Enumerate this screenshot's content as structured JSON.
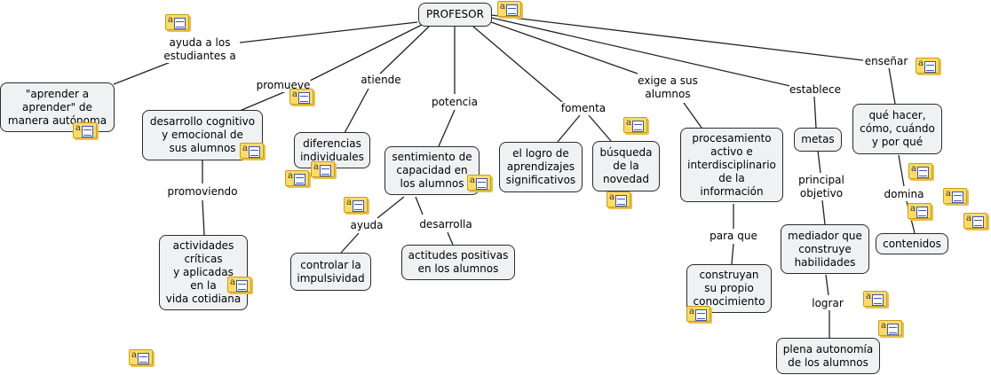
{
  "nodes": {
    "profesor": "PROFESOR",
    "aprender": "\"aprender a\naprender\" de\nmanera autónoma",
    "desarrollo": "desarrollo cognitivo\ny emocional de\nsus alumnos",
    "actividades": "actividades\ncríticas\ny aplicadas\nen la\nvida cotidiana",
    "diferencias": "diferencias\nindividuales",
    "sentimiento": "sentimiento de\ncapacidad en\nlos alumnos",
    "controlar": "controlar la\nimpulsividad",
    "actitudes": "actitudes positivas\nen los alumnos",
    "logro": "el logro de\naprendizajes\nsignificativos",
    "busqueda": "búsqueda\nde la\nnovedad",
    "procesamiento": "procesamiento\nactivo e\ninterdisciplinario\nde la\ninformación",
    "construyan": "construyan\nsu propio\nconocimiento",
    "metas": "metas",
    "mediador": "mediador que\nconstruye\nhabilidades",
    "plena": "plena autonomía\nde los alumnos",
    "que_hacer": "qué hacer,\ncómo, cuándo\ny por qué",
    "contenidos": "contenidos"
  },
  "links": {
    "ayuda_estudiantes": "ayuda a los\nestudiantes a",
    "promueve": "promueve",
    "promoviendo": "promoviendo",
    "atiende": "atiende",
    "potencia": "potencia",
    "ayuda": "ayuda",
    "desarrolla": "desarrolla",
    "fomenta": "fomenta",
    "exige": "exige a sus\nalumnos",
    "para_que": "para que",
    "establece": "establece",
    "principal_objetivo": "principal\nobjetivo",
    "lograr": "lograr",
    "ensenar": "enseñar",
    "domina": "domina"
  },
  "note_icon": {
    "glyph": "a",
    "name": "note-icon",
    "fill": "#fbdc6a",
    "border": "#c79d1a"
  },
  "colors": {
    "node_fill": "#eef2f3",
    "node_border": "#2b2b2b",
    "line": "#222222"
  }
}
